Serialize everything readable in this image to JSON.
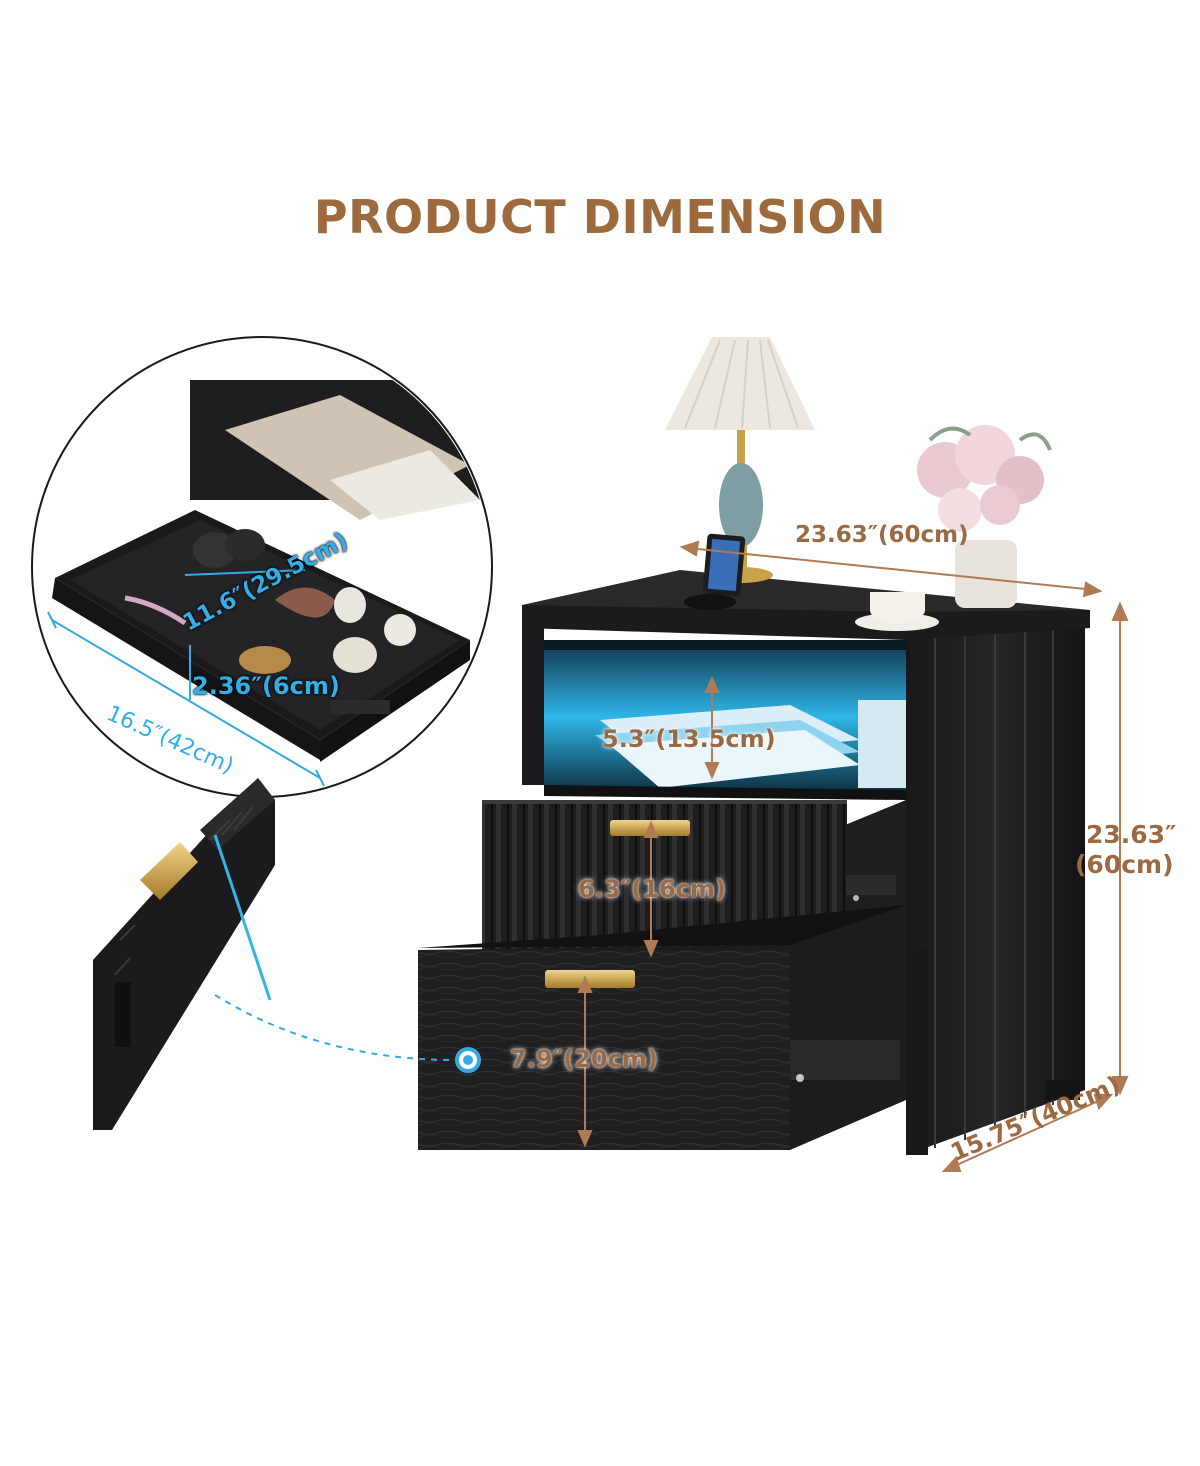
{
  "heading": "PRODUCT DIMENSION",
  "dimensions": {
    "top_width": "23.63″(60cm)",
    "height": "23.63″",
    "height_cm": "(60cm)",
    "depth": "15.75″(40cm)",
    "open_shelf": "5.3″(13.5cm)",
    "top_drawer": "6.3″(16cm)",
    "bottom_drawer": "7.9″(20cm)",
    "inner_drawer_depth": "11.6″(29.5cm)",
    "inner_drawer_height": "2.36″(6cm)",
    "inner_drawer_width": "16.5″(42cm)"
  },
  "colors": {
    "heading": "#9c6a3c",
    "dimension_text": "#9b6a43",
    "dimension_line": "#b07a52",
    "detail_line": "#36a9e1",
    "led_glow": "#3ec8f5",
    "furniture": "#1c1c1e",
    "handle": "#c9a24a"
  },
  "icons": [
    "table-lamp-icon",
    "flower-vase-icon",
    "smartphone-icon",
    "charger-stand-icon",
    "teacup-icon",
    "magnifier-dot-icon"
  ]
}
